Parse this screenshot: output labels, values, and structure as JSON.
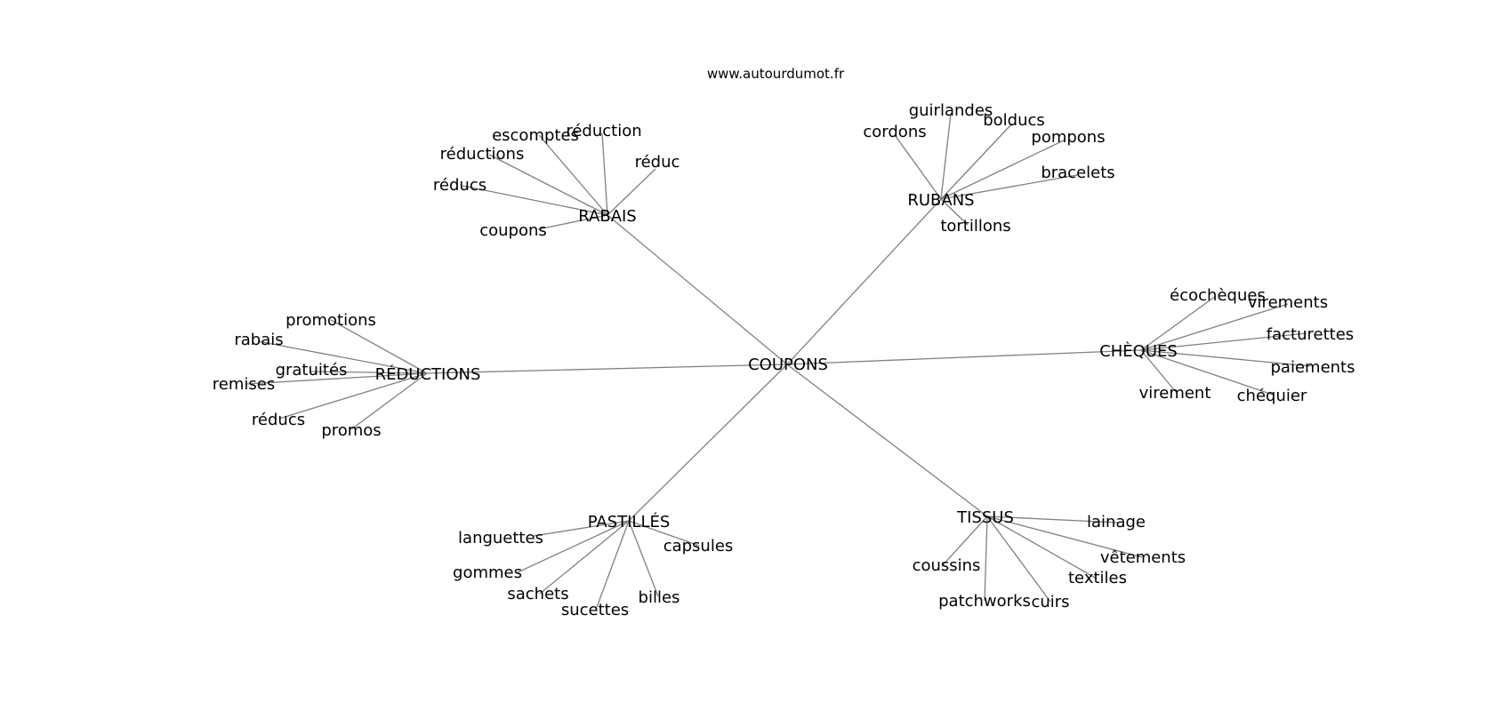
{
  "title": "www.autourdumot.fr",
  "graph": {
    "center": "COUPONS",
    "hubs": [
      {
        "label": "RABAIS",
        "leaves": [
          "escomptes",
          "réduction",
          "réductions",
          "réduc",
          "réducs",
          "coupons"
        ]
      },
      {
        "label": "RUBANS",
        "leaves": [
          "guirlandes",
          "cordons",
          "bolducs",
          "pompons",
          "bracelets",
          "tortillons"
        ]
      },
      {
        "label": "CHÈQUES",
        "leaves": [
          "écochèques",
          "virements",
          "facturettes",
          "paiements",
          "virement",
          "chéquier"
        ]
      },
      {
        "label": "RÉDUCTIONS",
        "leaves": [
          "promotions",
          "rabais",
          "gratuités",
          "remises",
          "réducs",
          "promos"
        ]
      },
      {
        "label": "PASTILLÉS",
        "leaves": [
          "languettes",
          "capsules",
          "gommes",
          "sachets",
          "sucettes",
          "billes"
        ]
      },
      {
        "label": "TISSUS",
        "leaves": [
          "lainage",
          "vêtements",
          "coussins",
          "textiles",
          "patchworks",
          "cuirs"
        ]
      }
    ]
  },
  "colors": {
    "edge": "#808080",
    "text": "#000000",
    "background": "#ffffff"
  }
}
